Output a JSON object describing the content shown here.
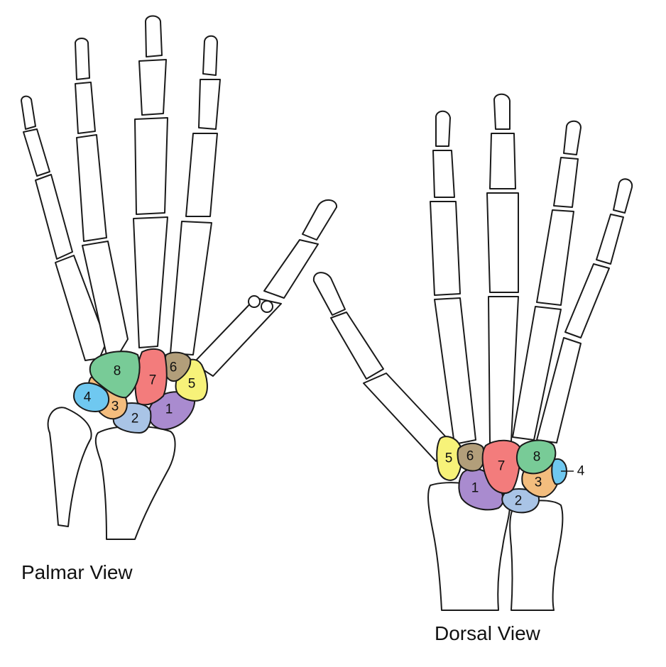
{
  "views": [
    {
      "label": "Palmar View",
      "carpals": [
        {
          "number": "1",
          "color": "#a98bcf"
        },
        {
          "number": "2",
          "color": "#a9c4e6"
        },
        {
          "number": "3",
          "color": "#f3bd7e"
        },
        {
          "number": "4",
          "color": "#6fc8f0"
        },
        {
          "number": "5",
          "color": "#f7f279"
        },
        {
          "number": "6",
          "color": "#b29e7a"
        },
        {
          "number": "7",
          "color": "#f37c7c"
        },
        {
          "number": "8",
          "color": "#78cb97"
        }
      ]
    },
    {
      "label": "Dorsal View",
      "carpals": [
        {
          "number": "1",
          "color": "#a98bcf"
        },
        {
          "number": "2",
          "color": "#a9c4e6"
        },
        {
          "number": "3",
          "color": "#f3bd7e"
        },
        {
          "number": "4",
          "color": "#6fc8f0"
        },
        {
          "number": "5",
          "color": "#f7f279"
        },
        {
          "number": "6",
          "color": "#b29e7a"
        },
        {
          "number": "7",
          "color": "#f37c7c"
        },
        {
          "number": "8",
          "color": "#78cb97"
        }
      ]
    }
  ]
}
